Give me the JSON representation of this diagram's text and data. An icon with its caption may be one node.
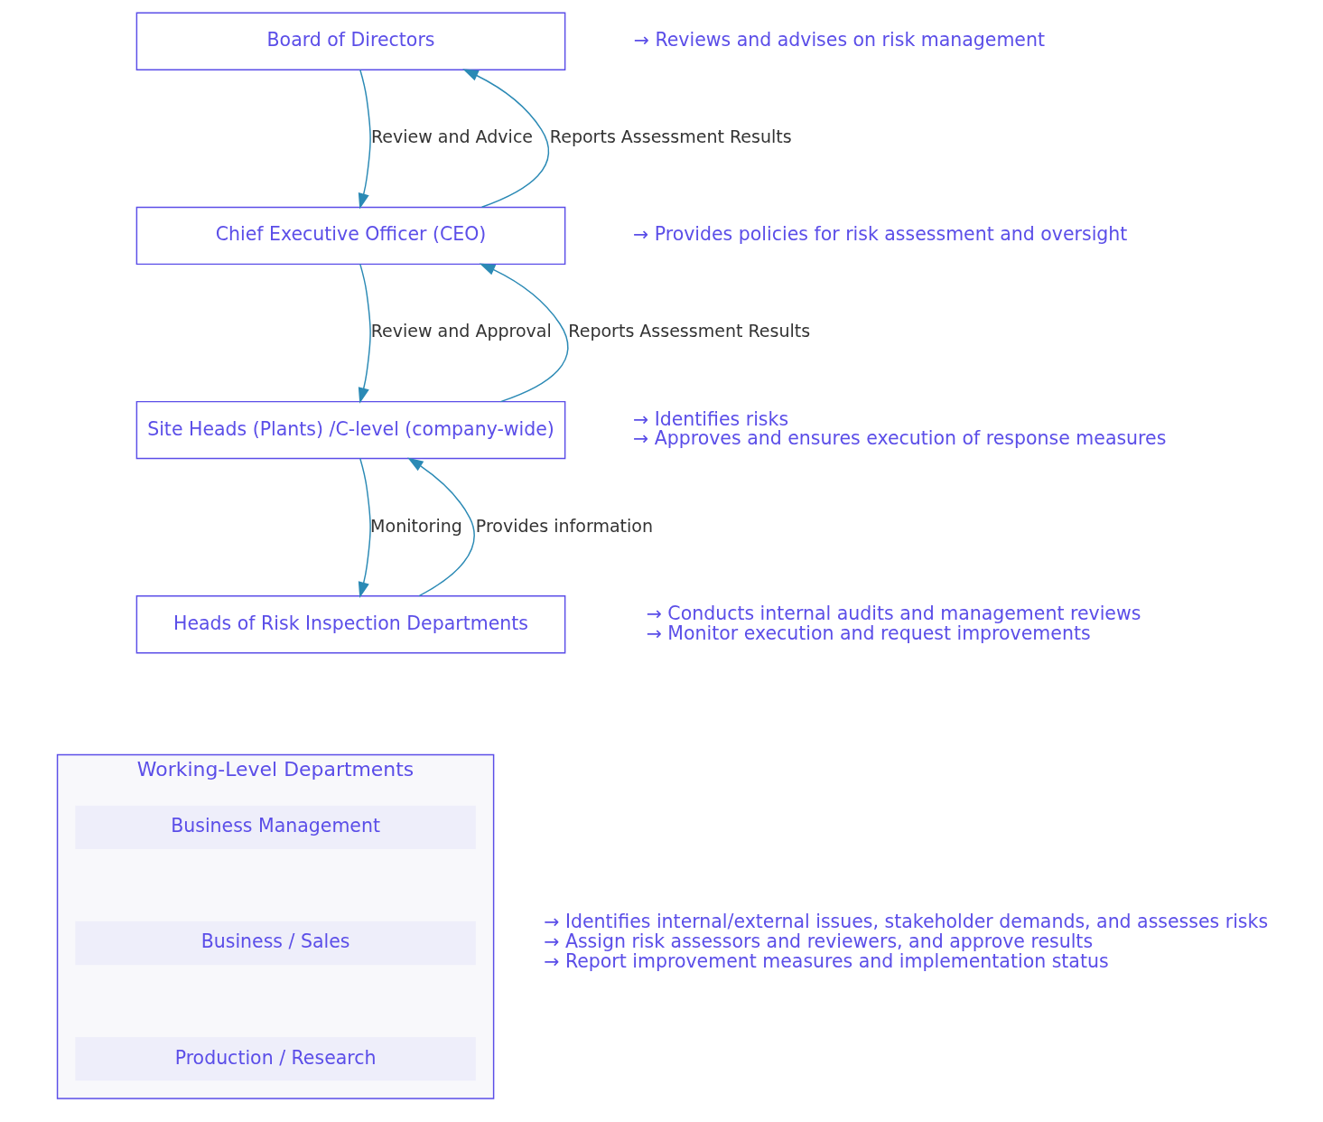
{
  "diagram": {
    "nodes": [
      {
        "text": [
          "Board of Directors"
        ],
        "beside": [
          "→ Reviews and advises on risk management"
        ]
      },
      {
        "text": [
          "Chief Executive Officer (CEO)"
        ],
        "beside": [
          "→ Provides policies for risk assessment and oversight"
        ]
      },
      {
        "text": [
          "Site Heads (Plants) /C-level (company-wide)"
        ],
        "beside": [
          "→ Identifies risks",
          "→ Approves and ensures execution of response measures"
        ]
      },
      {
        "text": [
          "Heads of Risk Inspection Departments"
        ],
        "beside": [
          "→ Conducts internal audits and management reviews",
          "→ Monitor execution and request improvements"
        ]
      },
      {
        "text": [
          "Working-Level Departments"
        ],
        "beside": [
          "→ Identifies internal/external issues, stakeholder demands, and assesses risks",
          "→ Assign risk assessors and reviewers, and approve results",
          "→ Report improvement measures and implementation status"
        ]
      },
      {
        "text": [
          "Business Management"
        ],
        "in": 4
      },
      {
        "text": [
          "Business / Sales"
        ],
        "in": 4
      },
      {
        "text": [
          "Production / Research"
        ],
        "in": 4
      }
    ],
    "edges": [
      {
        "from": 0,
        "to": 1,
        "arrow": "to",
        "label": "Review and Advice"
      },
      {
        "from": 1,
        "to": 0,
        "arrow": "to",
        "label": "Reports Assessment Results"
      },
      {
        "from": 1,
        "to": 2,
        "arrow": "to",
        "label": "Review and Approval"
      },
      {
        "from": 2,
        "to": 1,
        "arrow": "to",
        "label": "Reports Assessment Results"
      },
      {
        "from": 2,
        "to": 3,
        "arrow": "to",
        "label": "Monitoring"
      },
      {
        "from": 3,
        "to": 2,
        "arrow": "to",
        "label": "Provides information"
      }
    ]
  }
}
